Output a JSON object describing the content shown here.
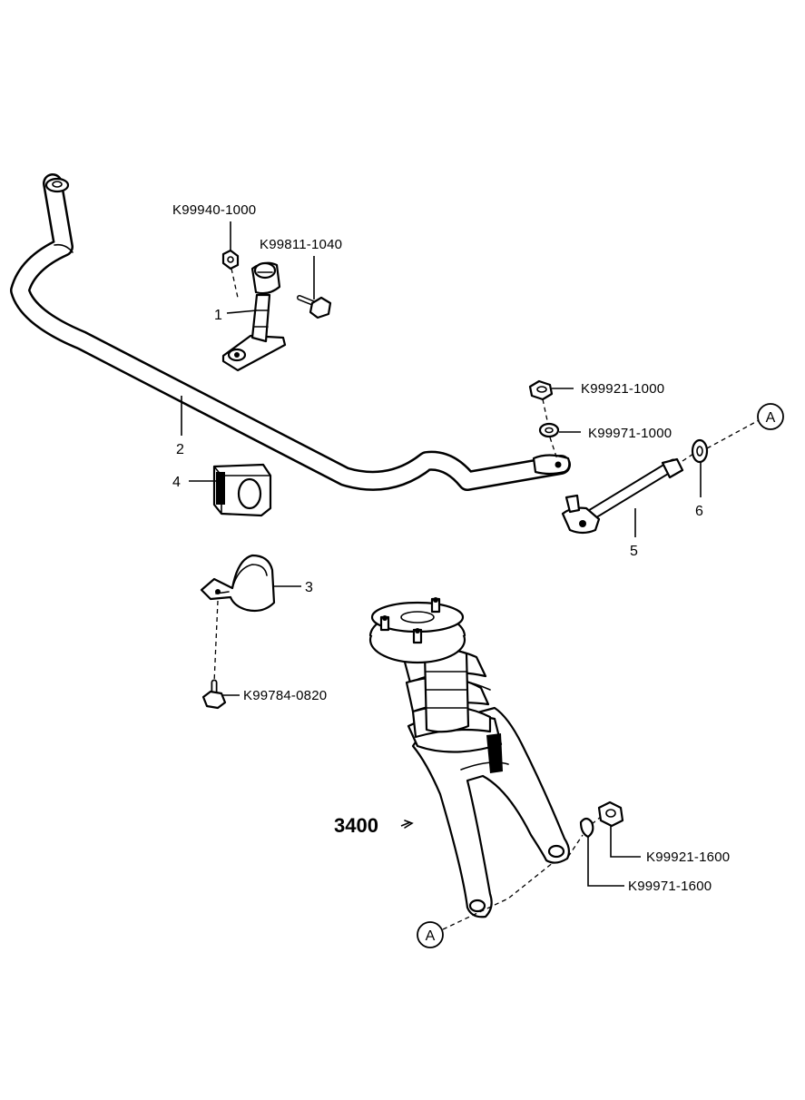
{
  "callouts": {
    "c1": "1",
    "c2": "2",
    "c3": "3",
    "c4": "4",
    "c5": "5",
    "c6": "6"
  },
  "part_numbers": {
    "p_k99940_1000": "K99940-1000",
    "p_k99811_1040": "K99811-1040",
    "p_k99921_1000": "K99921-1000",
    "p_k99971_1000": "K99971-1000",
    "p_k99784_0820": "K99784-0820",
    "p_k99921_1600": "K99921-1600",
    "p_k99971_1600": "K99971-1600"
  },
  "reference": {
    "group": "3400",
    "marker_a_top": "A",
    "marker_a_bottom": "A"
  }
}
